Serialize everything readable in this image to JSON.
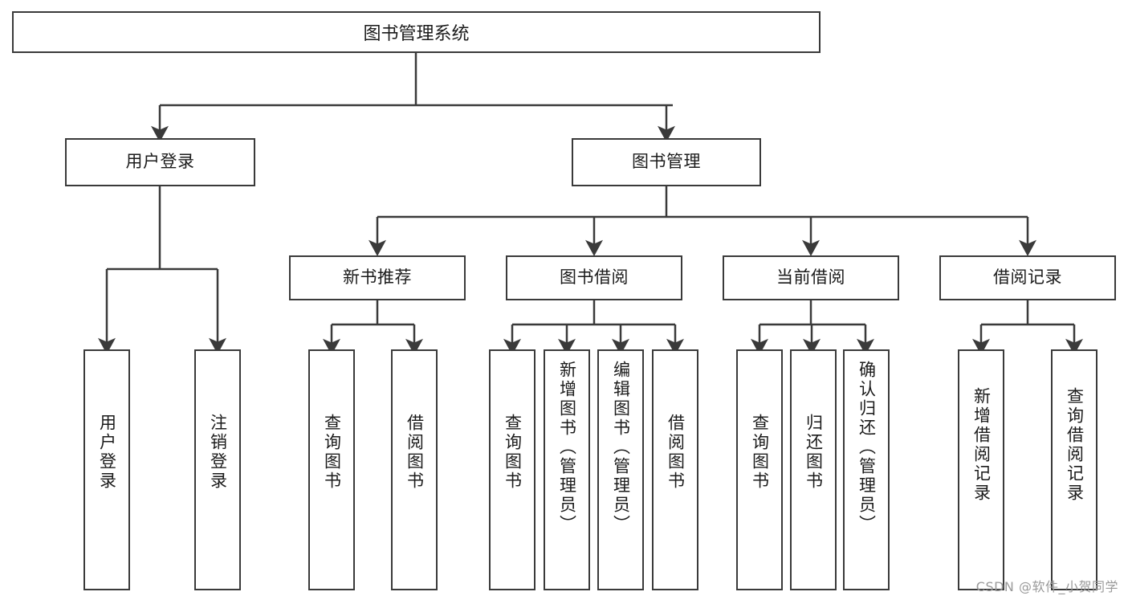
{
  "diagram": {
    "type": "tree-hierarchy",
    "title": "图书管理系统",
    "levels": 4,
    "root": {
      "label": "图书管理系统"
    },
    "level1": [
      {
        "label": "用户登录"
      },
      {
        "label": "图书管理"
      }
    ],
    "level2": [
      {
        "label": "新书推荐",
        "parent": "图书管理"
      },
      {
        "label": "图书借阅",
        "parent": "图书管理"
      },
      {
        "label": "当前借阅",
        "parent": "图书管理"
      },
      {
        "label": "借阅记录",
        "parent": "图书管理"
      }
    ],
    "leaves": [
      {
        "label": "用户登录",
        "parent": "用户登录"
      },
      {
        "label": "注销登录",
        "parent": "用户登录"
      },
      {
        "label": "查询图书",
        "parent": "新书推荐"
      },
      {
        "label": "借阅图书",
        "parent": "新书推荐"
      },
      {
        "label": "查询图书",
        "parent": "图书借阅"
      },
      {
        "label": "新增图书（管理员）",
        "parent": "图书借阅"
      },
      {
        "label": "编辑图书（管理员）",
        "parent": "图书借阅"
      },
      {
        "label": "借阅图书",
        "parent": "图书借阅"
      },
      {
        "label": "查询图书",
        "parent": "当前借阅"
      },
      {
        "label": "归还图书",
        "parent": "当前借阅"
      },
      {
        "label": "确认归还（管理员）",
        "parent": "当前借阅"
      },
      {
        "label": "新增借阅记录",
        "parent": "借阅记录"
      },
      {
        "label": "查询借阅记录",
        "parent": "借阅记录"
      }
    ]
  },
  "watermark": {
    "text": "CSDN @软件_小贺同学"
  },
  "colors": {
    "stroke": "#3a3a3a",
    "text": "#1b1b1b",
    "background": "#ffffff",
    "watermark": "#9a9a9a"
  }
}
